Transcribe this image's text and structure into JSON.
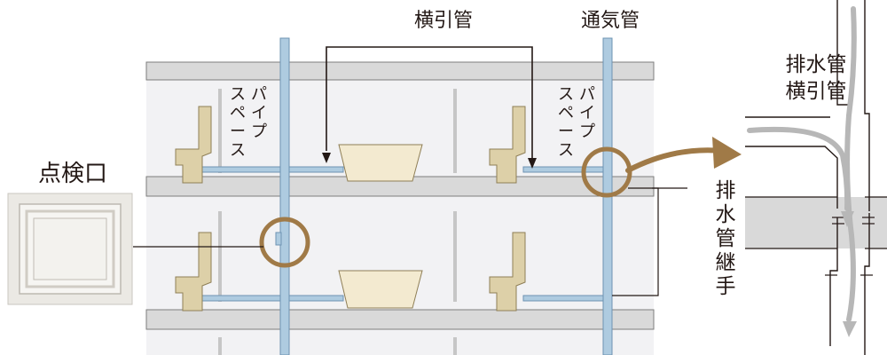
{
  "labels": {
    "horizontal_pipe": "横引管",
    "vent_pipe": "通気管",
    "pipe_space": "パイプスペース",
    "inspection_port": "点検口",
    "drain_horizontal_line1": "排水管",
    "drain_horizontal_line2": "横引管",
    "drain_joint": "排水管継手"
  },
  "colors": {
    "pipe": "#aecbe0",
    "pipe_edge": "#6d93b2",
    "slab": "#d9d9d9",
    "fixture": "#ddd0a8",
    "highlight_ring": "#a07a47"
  }
}
